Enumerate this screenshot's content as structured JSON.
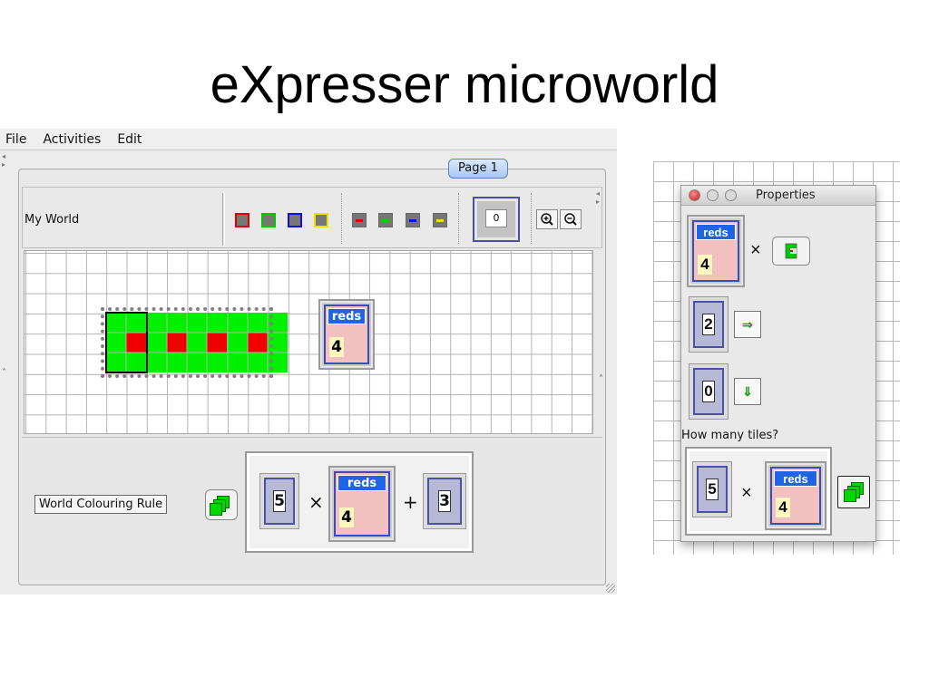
{
  "slide": {
    "title": "eXpresser microworld"
  },
  "menu": {
    "items": [
      "File",
      "Activities",
      "Edit"
    ]
  },
  "page_tab": "Page 1",
  "toolbar": {
    "world_name": "My World",
    "number_value": "0",
    "colors": {
      "red": "#e00000",
      "green": "#00c800",
      "blue": "#1010e0",
      "yellow": "#f0e000"
    }
  },
  "canvas": {
    "tile_pattern": "green 9x3 block with 4 red tiles in middle row",
    "variable": {
      "name": "reds",
      "value": "4"
    }
  },
  "rule": {
    "label": "World Colouring Rule",
    "expression": {
      "coefficient": "5",
      "times": "×",
      "variable": {
        "name": "reds",
        "value": "4"
      },
      "plus": "+",
      "constant": "3"
    }
  },
  "properties": {
    "title": "Properties",
    "row1": {
      "variable": {
        "name": "reds",
        "value": "4"
      },
      "times": "×"
    },
    "row2": {
      "value": "2",
      "icon": "arrow-right-icon",
      "glyph": "⇒"
    },
    "row3": {
      "value": "0",
      "icon": "arrow-down-icon",
      "glyph": "⇓"
    },
    "question": "How many tiles?",
    "answer": {
      "coefficient": "5",
      "times": "×",
      "variable": {
        "name": "reds",
        "value": "4"
      }
    }
  }
}
